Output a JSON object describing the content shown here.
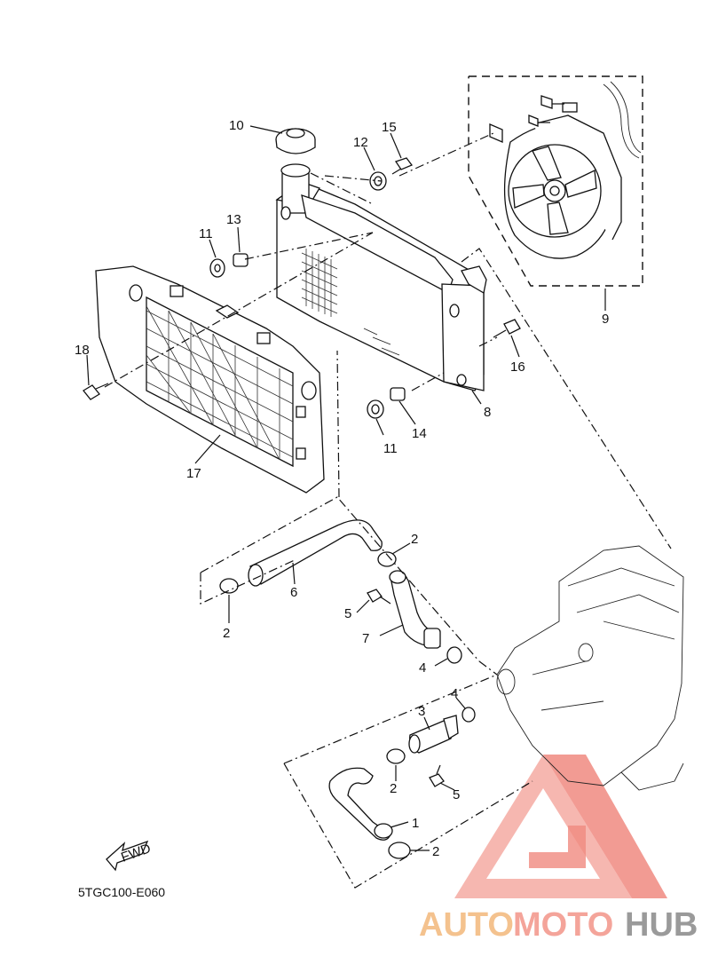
{
  "diagram_code": "5TGC100-E060",
  "fwd_label": "FWD",
  "watermark": {
    "part1": "AUTO",
    "part2": "MOTO",
    "part3": "HUB",
    "color_main": "#f4b8b0",
    "color_accent": "#f07f74",
    "color_hub": "#9a9a9a"
  },
  "callouts": {
    "c10": "10",
    "c15": "15",
    "c12": "12",
    "c13": "13",
    "c11_top": "11",
    "c18": "18",
    "c17": "17",
    "c9": "9",
    "c16": "16",
    "c8": "8",
    "c11_bottom": "11",
    "c14": "14",
    "c2_a": "2",
    "c6": "6",
    "c2_b": "2",
    "c5_a": "5",
    "c7": "7",
    "c4_a": "4",
    "c4_b": "4",
    "c3": "3",
    "c2_c": "2",
    "c5_b": "5",
    "c1": "1",
    "c2_d": "2"
  }
}
